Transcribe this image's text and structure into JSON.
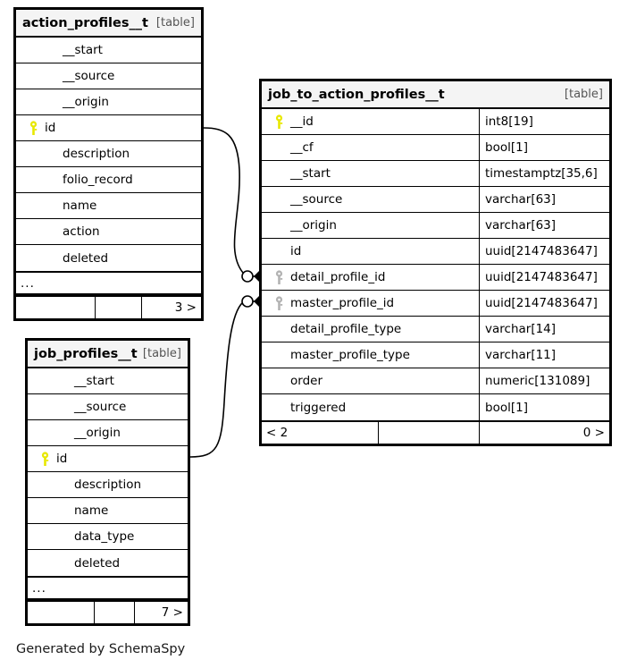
{
  "caption": "Generated by SchemaSpy",
  "colors": {
    "primary_key": "#e8e800",
    "foreign_key": "#b3b3b3",
    "border": "#000000",
    "header_background": "#f4f4f4",
    "page_background": "#ffffff"
  },
  "tables": [
    {
      "id": "action_profiles",
      "name": "action_profiles__t",
      "kind": "[table]",
      "columns": [
        {
          "name": "__start",
          "key": "none"
        },
        {
          "name": "__source",
          "key": "none"
        },
        {
          "name": "__origin",
          "key": "none"
        },
        {
          "name": "id",
          "key": "primary"
        },
        {
          "name": "description",
          "key": "none"
        },
        {
          "name": "folio_record",
          "key": "none"
        },
        {
          "name": "name",
          "key": "none"
        },
        {
          "name": "action",
          "key": "none"
        },
        {
          "name": "deleted",
          "key": "none"
        }
      ],
      "more_indicator": "...",
      "footer": {
        "left": "",
        "middle": "",
        "right": "3 >"
      }
    },
    {
      "id": "job_to_action_profiles",
      "name": "job_to_action_profiles__t",
      "kind": "[table]",
      "columns": [
        {
          "name": "__id",
          "type": "int8[19]",
          "key": "primary"
        },
        {
          "name": "__cf",
          "type": "bool[1]",
          "key": "none"
        },
        {
          "name": "__start",
          "type": "timestamptz[35,6]",
          "key": "none"
        },
        {
          "name": "__source",
          "type": "varchar[63]",
          "key": "none"
        },
        {
          "name": "__origin",
          "type": "varchar[63]",
          "key": "none"
        },
        {
          "name": "id",
          "type": "uuid[2147483647]",
          "key": "none"
        },
        {
          "name": "detail_profile_id",
          "type": "uuid[2147483647]",
          "key": "foreign"
        },
        {
          "name": "master_profile_id",
          "type": "uuid[2147483647]",
          "key": "foreign"
        },
        {
          "name": "detail_profile_type",
          "type": "varchar[14]",
          "key": "none"
        },
        {
          "name": "master_profile_type",
          "type": "varchar[11]",
          "key": "none"
        },
        {
          "name": "order",
          "type": "numeric[131089]",
          "key": "none"
        },
        {
          "name": "triggered",
          "type": "bool[1]",
          "key": "none"
        }
      ],
      "more_indicator": "",
      "footer": {
        "left": "< 2",
        "middle": "",
        "right": "0 >"
      }
    },
    {
      "id": "job_profiles",
      "name": "job_profiles__t",
      "kind": "[table]",
      "columns": [
        {
          "name": "__start",
          "key": "none"
        },
        {
          "name": "__source",
          "key": "none"
        },
        {
          "name": "__origin",
          "key": "none"
        },
        {
          "name": "id",
          "key": "primary"
        },
        {
          "name": "description",
          "key": "none"
        },
        {
          "name": "name",
          "key": "none"
        },
        {
          "name": "data_type",
          "key": "none"
        },
        {
          "name": "deleted",
          "key": "none"
        }
      ],
      "more_indicator": "...",
      "footer": {
        "left": "",
        "middle": "",
        "right": "7 >"
      }
    }
  ],
  "relationships": [
    {
      "from_table": "action_profiles",
      "from_column": "id",
      "to_table": "job_to_action_profiles",
      "to_column": "detail_profile_id",
      "from_cardinality": "zero-or-one",
      "to_cardinality": "many"
    },
    {
      "from_table": "job_profiles",
      "from_column": "id",
      "to_table": "job_to_action_profiles",
      "to_column": "master_profile_id",
      "from_cardinality": "zero-or-one",
      "to_cardinality": "many"
    }
  ]
}
